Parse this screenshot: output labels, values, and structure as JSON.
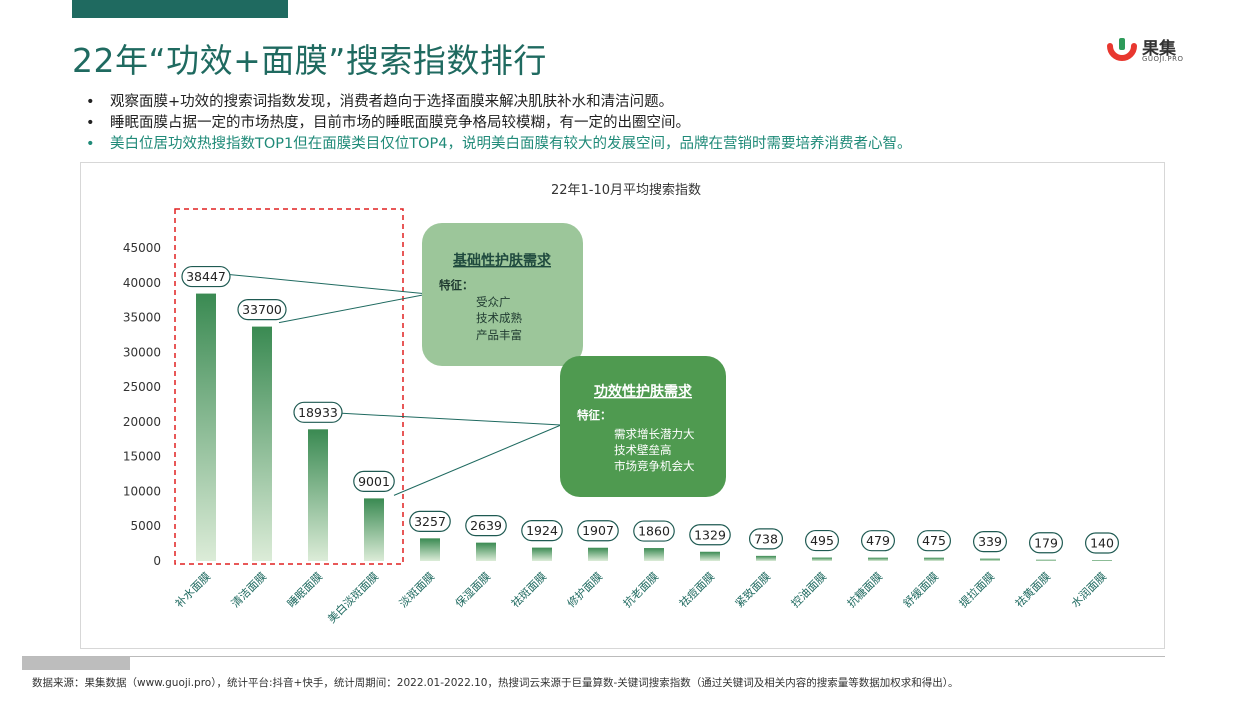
{
  "header": {
    "title": "22年“功效+面膜”搜索指数排行",
    "logo_text": "果集",
    "logo_sub": "GUOJI.PRO"
  },
  "bullets": [
    "观察面膜+功效的搜索词指数发现，消费者趋向于选择面膜来解决肌肤补水和清洁问题。",
    "睡眠面膜占据一定的市场热度，目前市场的睡眠面膜竞争格局较模糊，有一定的出圈空间。",
    "美白位居功效热搜指数TOP1但在面膜类目仅位TOP4，说明美白面膜有较大的发展空间，品牌在营销时需要培养消费者心智。"
  ],
  "callouts": {
    "basic": {
      "title": "基础性护肤需求",
      "feature_label": "特征：",
      "items": [
        "受众广",
        "技术成熟",
        "产品丰富"
      ]
    },
    "functional": {
      "title": "功效性护肤需求",
      "feature_label": "特征：",
      "items": [
        "需求增长潜力大",
        "技术壁垒高",
        "市场竞争机会大"
      ]
    }
  },
  "footer": {
    "source": "数据来源：果集数据（www.guoji.pro），统计平台:抖音+快手，统计周期间：2022.01-2022.10，热搜词云来源于巨量算数-关键词搜索指数（通过关键词及相关内容的搜索量等数据加权求和得出）。"
  },
  "colors": {
    "accent": "#1f6a60",
    "highlight_text": "#1f8a78",
    "bar_dark": "#3a8a52",
    "bar_light": "#dcecd8",
    "callout_basic": "#9cc69a",
    "callout_functional": "#4f9a50",
    "dashed_box": "#e02020"
  },
  "chart_data": {
    "type": "bar",
    "title": "22年1-10月平均搜索指数",
    "categories": [
      "补水面膜",
      "清洁面膜",
      "睡眠面膜",
      "美白淡斑面膜",
      "淡斑面膜",
      "保湿面膜",
      "祛斑面膜",
      "修护面膜",
      "抗老面膜",
      "祛痘面膜",
      "紧致面膜",
      "控油面膜",
      "抗糖面膜",
      "舒缓面膜",
      "提拉面膜",
      "祛黄面膜",
      "水润面膜"
    ],
    "values": [
      38447,
      33700,
      18933,
      9001,
      3257,
      2639,
      1924,
      1907,
      1860,
      1329,
      738,
      495,
      479,
      475,
      339,
      179,
      140
    ],
    "y_ticks": [
      0,
      5000,
      10000,
      15000,
      20000,
      25000,
      30000,
      35000,
      40000,
      45000
    ],
    "ylim": [
      0,
      45000
    ],
    "grid": false,
    "legend": "none",
    "highlighted_categories": [
      "补水面膜",
      "清洁面膜",
      "睡眠面膜",
      "美白淡斑面膜"
    ]
  }
}
